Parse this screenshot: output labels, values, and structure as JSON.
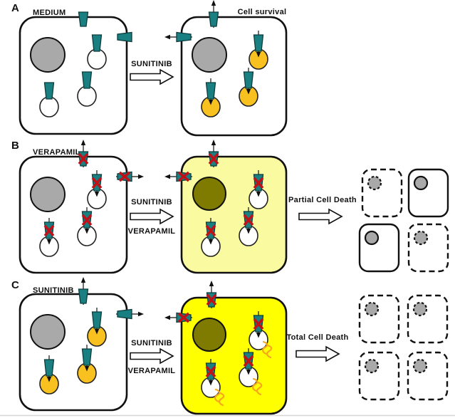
{
  "figure": {
    "panels": [
      {
        "letter": "A",
        "condition_label": "MEDIUM",
        "transition_labels": [
          "SUNITINIB"
        ],
        "outcome_label": "Cell survival"
      },
      {
        "letter": "B",
        "condition_label": "VERAPAMIL",
        "transition_labels": [
          "SUNITINIB",
          "VERAPAMIL"
        ],
        "outcome_label": "Partial Cell Death"
      },
      {
        "letter": "C",
        "condition_label": "SUNITINIB",
        "transition_labels": [
          "SUNITINIB",
          "VERAPAMIL"
        ],
        "outcome_label": "Total Cell Death"
      }
    ],
    "colors": {
      "teal": "#1A7F80",
      "teal_dark": "#0D3C3D",
      "gold": "#F8C120",
      "gray_nucleus": "#A9A9A9",
      "olive_nucleus": "#7F7B00",
      "pale_yellow": "#FAFAA0",
      "bright_yellow": "#FFFF00",
      "red_x": "#C01018",
      "orange_leak": "#F5A81E",
      "outline": "#111111"
    }
  }
}
